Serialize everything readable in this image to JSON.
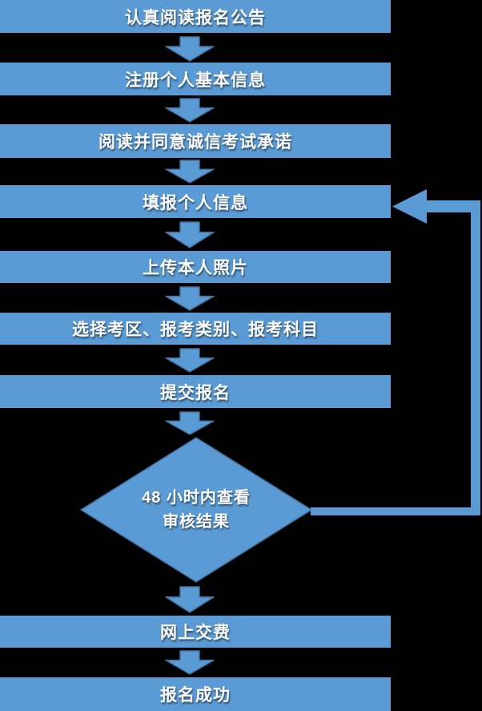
{
  "diagram": {
    "type": "flowchart",
    "title_hint": "exam registration process flow",
    "colors": {
      "background": "#000000",
      "shape_fill": "#5B9BD5",
      "shape_outline": "#41719C",
      "text": "#FFFFFF"
    },
    "steps": [
      "认真阅读报名公告",
      "注册个人基本信息",
      "阅读并同意诚信考试承诺",
      "填报个人信息",
      "上传本人照片",
      "选择考区、报考类别、报考科目",
      "提交报名",
      "网上交费",
      "报名成功"
    ],
    "decision": {
      "line1": "48 小时内查看",
      "line2": "审核结果"
    },
    "connectors": {
      "down_arrow_count": 9,
      "loopback": "decision right point to 填报个人信息 right edge"
    }
  }
}
